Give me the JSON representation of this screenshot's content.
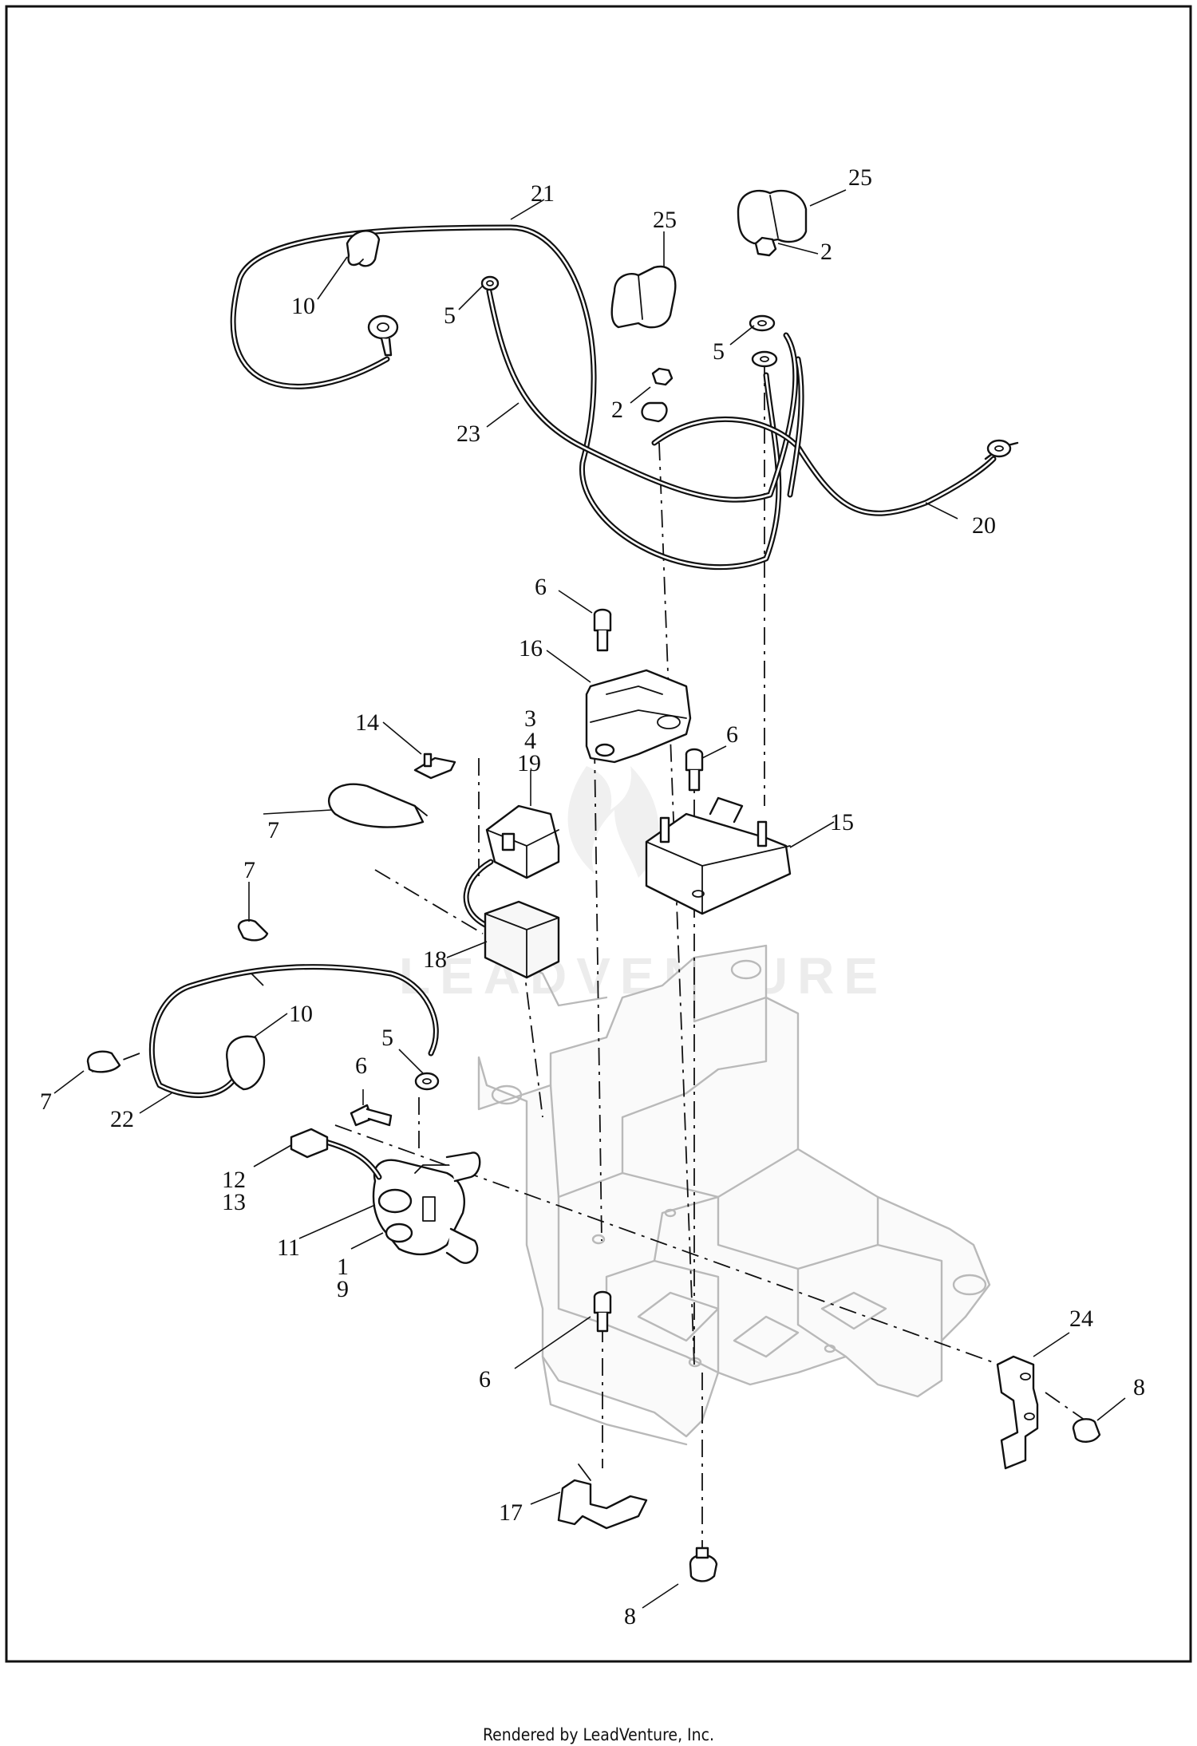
{
  "diagram": {
    "callouts": [
      "1",
      "2",
      "3",
      "4",
      "5",
      "6",
      "7",
      "8",
      "9",
      "10",
      "11",
      "12",
      "13",
      "14",
      "15",
      "16",
      "17",
      "18",
      "19",
      "20",
      "21",
      "22",
      "23",
      "24",
      "25"
    ],
    "watermark_text": "LEADVENTURE"
  },
  "footer": {
    "text": "Rendered by LeadVenture, Inc."
  }
}
